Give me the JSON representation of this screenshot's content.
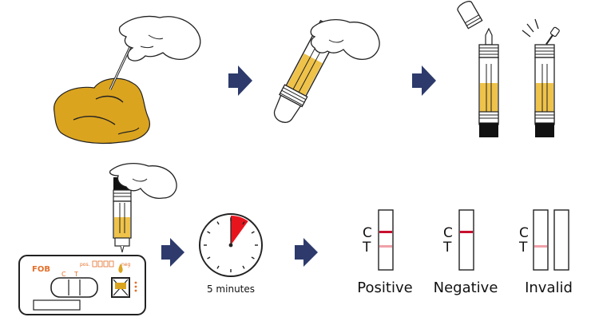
{
  "colors": {
    "sample": "#dba41f",
    "sample_light": "#efc24a",
    "arrow": "#2d3a6b",
    "outline": "#222222",
    "control_line": "#c8102e",
    "test_line_faint": "#f0a0a8",
    "timer_wedge": "#e8141d",
    "cassette_label": "#e46f2a"
  },
  "steps": {
    "step1": {
      "icon": "hand-dipping-stick-into-stool"
    },
    "step2": {
      "icon": "hand-inserting-stick-into-tube"
    },
    "step3": {
      "icon": "shake-and-break-tube-tip"
    },
    "step4": {
      "icon": "hand-dropping-sample-into-cassette"
    },
    "timer": {
      "icon": "stopwatch",
      "label": "5 minutes"
    }
  },
  "cassette": {
    "brand": "FOB",
    "c_mark": "C",
    "t_mark": "T",
    "pos_label": "pos.",
    "neg_label": "neg"
  },
  "results": [
    {
      "label": "Positive",
      "c_mark": "C",
      "t_mark": "T"
    },
    {
      "label": "Negative",
      "c_mark": "C",
      "t_mark": "T"
    },
    {
      "label": "Invalid",
      "c_mark": "C",
      "t_mark": "T"
    }
  ]
}
